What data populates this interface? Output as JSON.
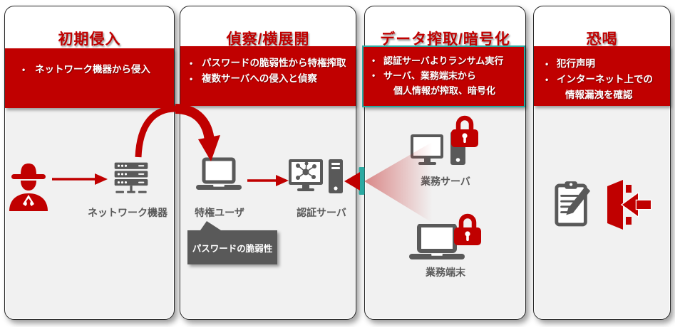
{
  "colors": {
    "accent_red": "#C00000",
    "band_red": "#C00000",
    "icon_gray": "#595959",
    "teal": "#2BAAA2",
    "panel_body": "#F1F1F1",
    "callout_gray": "#595959",
    "text_gray": "#595959"
  },
  "panels": [
    {
      "title": "初期侵入",
      "bullets": [
        "ネットワーク機器から侵入"
      ]
    },
    {
      "title": "偵察/横展開",
      "bullets": [
        "パスワードの脆弱性から特権搾取",
        "複数サーバへの侵入と偵察"
      ]
    },
    {
      "title": "データ搾取/暗号化",
      "bullets": [
        "認証サーバよりランサム実行",
        "サーバ、業務端末から",
        "個人情報が搾取、暗号化"
      ]
    },
    {
      "title": "恐喝",
      "bullets": [
        "犯行声明",
        "インターネット上での",
        "情報漏洩を確認"
      ]
    }
  ],
  "labels": {
    "network_device": "ネットワーク機器",
    "privileged_user": "特権ユーザ",
    "auth_server": "認証サーバ",
    "password_weakness": "パスワードの脆弱性",
    "business_server": "業務サーバ",
    "business_terminal": "業務端末"
  },
  "icons": {
    "attacker": "spy-icon",
    "network_device": "server-stack-icon",
    "privileged_user": "laptop-icon",
    "auth_server": "auth-server-icon",
    "business_server": "desktop-tower-icon",
    "business_terminal": "laptop-icon",
    "encrypted": "red-padlock-icon",
    "statement": "clipboard-pencil-icon",
    "leak": "exit-door-arrow-icon",
    "flow": "curved-arrow-icon, right-arrow-icon, data-flow-cone"
  }
}
